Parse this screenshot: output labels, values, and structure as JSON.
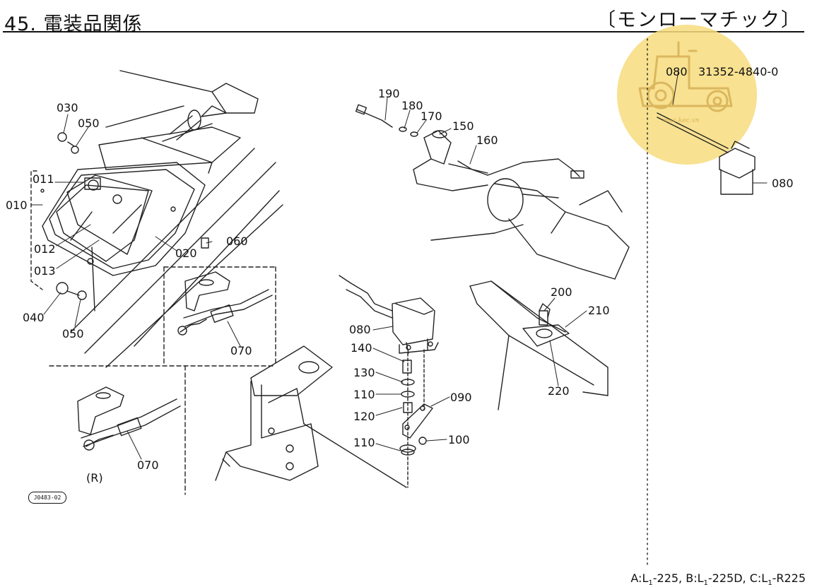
{
  "header": {
    "title": "45. 電装品関係",
    "subtitle": "〔モンローマチック〕"
  },
  "watermark": {
    "text": "mạc kec.vn"
  },
  "part_labels": {
    "p010": "010",
    "p011": "011",
    "p012": "012",
    "p013": "013",
    "p020": "020",
    "p030": "030",
    "p040": "040",
    "p050a": "050",
    "p050b": "050",
    "p060": "060",
    "p070a": "070",
    "p070b": "070",
    "p080a": "080",
    "p080b": "080",
    "p080c": "080",
    "p090": "090",
    "p100": "100",
    "p110a": "110",
    "p110b": "110",
    "p120": "120",
    "p130": "130",
    "p140": "140",
    "p150": "150",
    "p160": "160",
    "p170": "170",
    "p180": "180",
    "p190": "190",
    "p200": "200",
    "p210": "210",
    "p220": "220"
  },
  "part_number": "31352-4840-0",
  "variant_label": "(R)",
  "drawing_code": "J0483-02",
  "footer": {
    "model_a": "A:L",
    "model_a_sub": "1",
    "model_a_rest": "-225,",
    "model_b": "B:L",
    "model_b_sub": "1",
    "model_b_rest": "-225D,",
    "model_c": "C:L",
    "model_c_sub": "1",
    "model_c_rest": "-R225"
  }
}
